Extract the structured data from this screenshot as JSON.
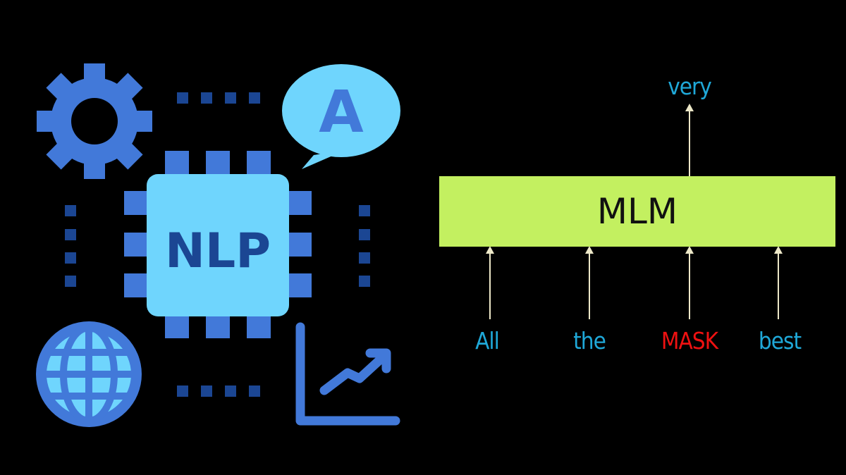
{
  "icon_group": {
    "chip_label": "NLP",
    "speech_bubble_letter": "A",
    "icons": [
      "gear-icon",
      "speech-bubble-icon",
      "chip-icon",
      "globe-icon",
      "growth-chart-icon"
    ]
  },
  "diagram": {
    "model_label": "MLM",
    "output_token": "very",
    "input_tokens": [
      {
        "text": "All",
        "masked": false
      },
      {
        "text": "the",
        "masked": false
      },
      {
        "text": "MASK",
        "masked": true
      },
      {
        "text": "best",
        "masked": false
      }
    ]
  },
  "colors": {
    "background": "#000000",
    "icon_blue": "#4279d9",
    "icon_light": "#6fd5fd",
    "icon_dark": "#1b4693",
    "model_box": "#c3f060",
    "token_text": "#1fa8d8",
    "mask_text": "#ee1111",
    "arrow": "#ede8c8"
  }
}
